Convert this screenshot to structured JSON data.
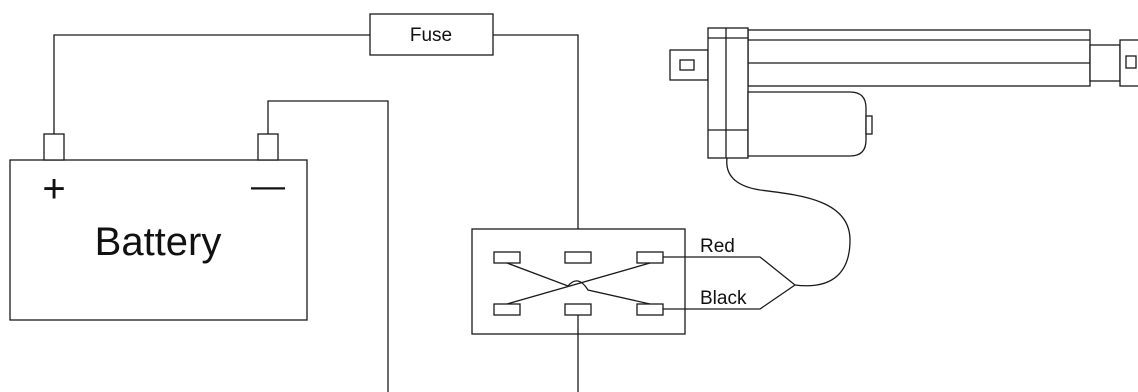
{
  "diagram": {
    "fuse_label": "Fuse",
    "battery_label": "Battery",
    "battery_positive": "+",
    "battery_negative": "—",
    "wire_red_label": "Red",
    "wire_black_label": "Black"
  },
  "colors": {
    "line": "#1a1a1a",
    "background": "#ffffff"
  }
}
